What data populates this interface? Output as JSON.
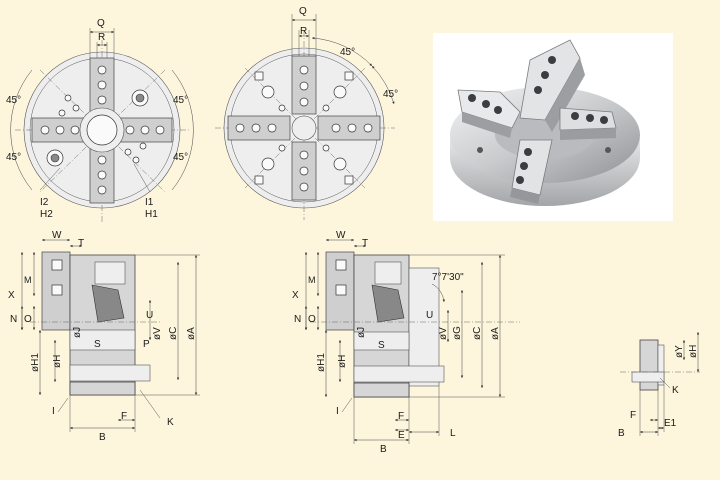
{
  "labels": {
    "q1": "Q",
    "r1": "R",
    "a45_tl": "45°",
    "a45_tr": "45°",
    "a45_bl": "45°",
    "a45_br": "45°",
    "i2": "I2",
    "h2": "H2",
    "i1": "I1",
    "h1": "H1",
    "q2": "Q",
    "r2": "R",
    "a45_2a": "45°",
    "a45_2b": "45°",
    "w1": "W",
    "t1": "T",
    "x1": "X",
    "m1": "M",
    "n1": "N",
    "o1": "O",
    "u1": "U",
    "oj1": "øJ",
    "ov1": "øV",
    "oc1": "øC",
    "oa1": "øA",
    "s1": "S",
    "p1": "P",
    "oh1_1": "øH1",
    "oh_1": "øH",
    "i_1": "I",
    "f1": "F",
    "k1": "K",
    "b1": "B",
    "w2": "W",
    "t2": "T",
    "x2": "X",
    "m2": "M",
    "n2": "N",
    "o2": "O",
    "angle2": "7°7'30\"",
    "u2": "U",
    "oj2": "øJ",
    "ov2": "øV",
    "og2": "øG",
    "oc2": "øC",
    "oa2": "øA",
    "s2": "S",
    "oh1_2": "øH1",
    "oh_2": "øH",
    "i_2": "I",
    "f2": "F",
    "e2": "E",
    "b2": "B",
    "l2": "L",
    "oy3": "øY",
    "oh3": "øH",
    "k3": "K",
    "f3": "F",
    "b3": "B",
    "e1_3": "E1"
  },
  "colors": {
    "background": "#fdf5dc",
    "photo_bg": "#ffffff",
    "metal": "#d6d6d6"
  }
}
